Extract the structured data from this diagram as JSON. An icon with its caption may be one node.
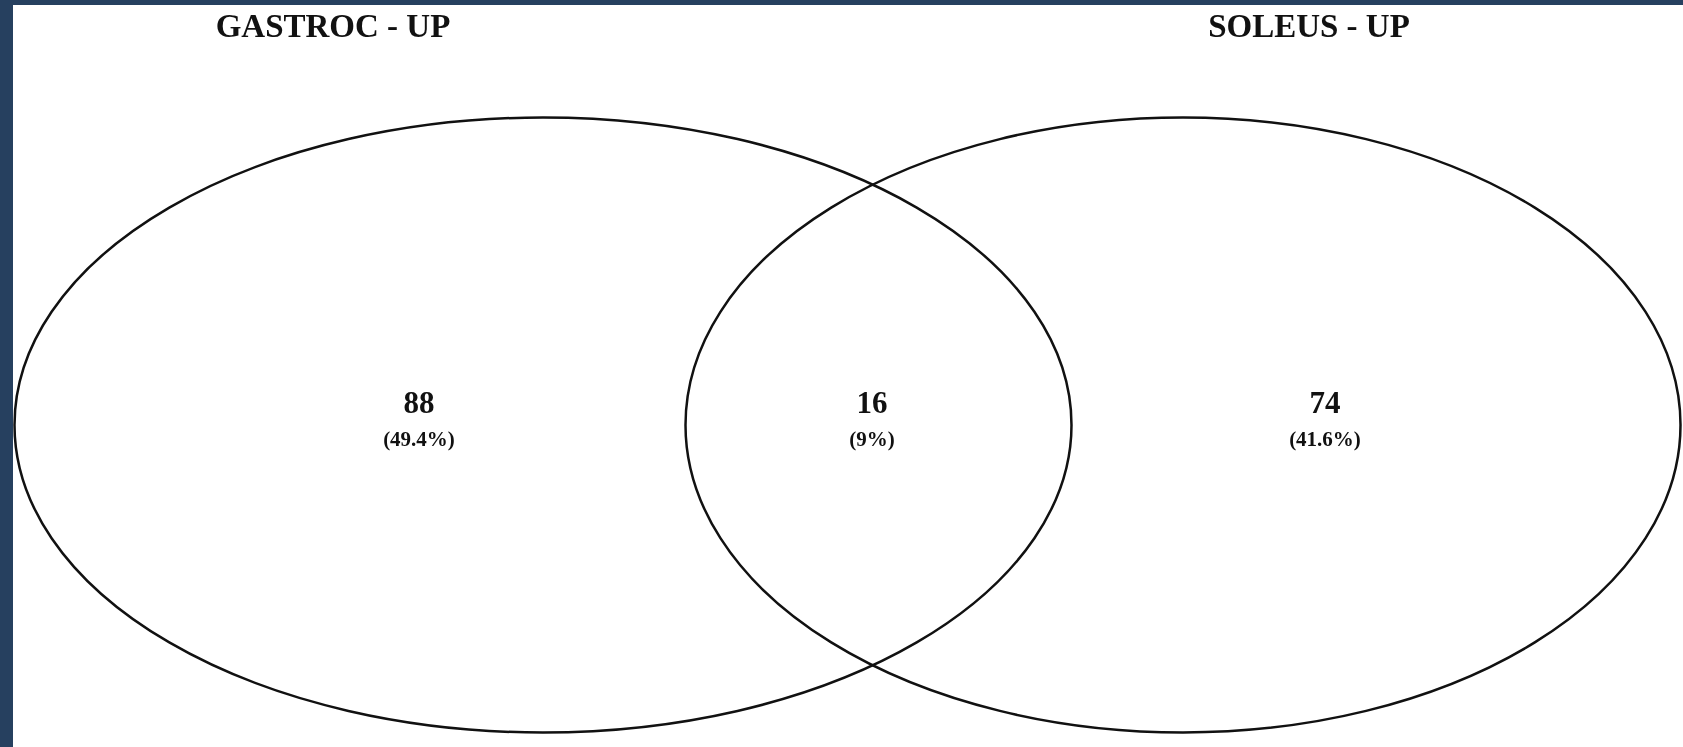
{
  "diagram": {
    "nodes": [
      {
        "text": [
          "GASTROC - UP"
        ]
      },
      {
        "text": [
          "SOLEUS - UP"
        ]
      }
    ],
    "labels": [
      "88",
      "(49.4%)",
      "16",
      "(9%)",
      "74",
      "(41.6%)"
    ]
  }
}
